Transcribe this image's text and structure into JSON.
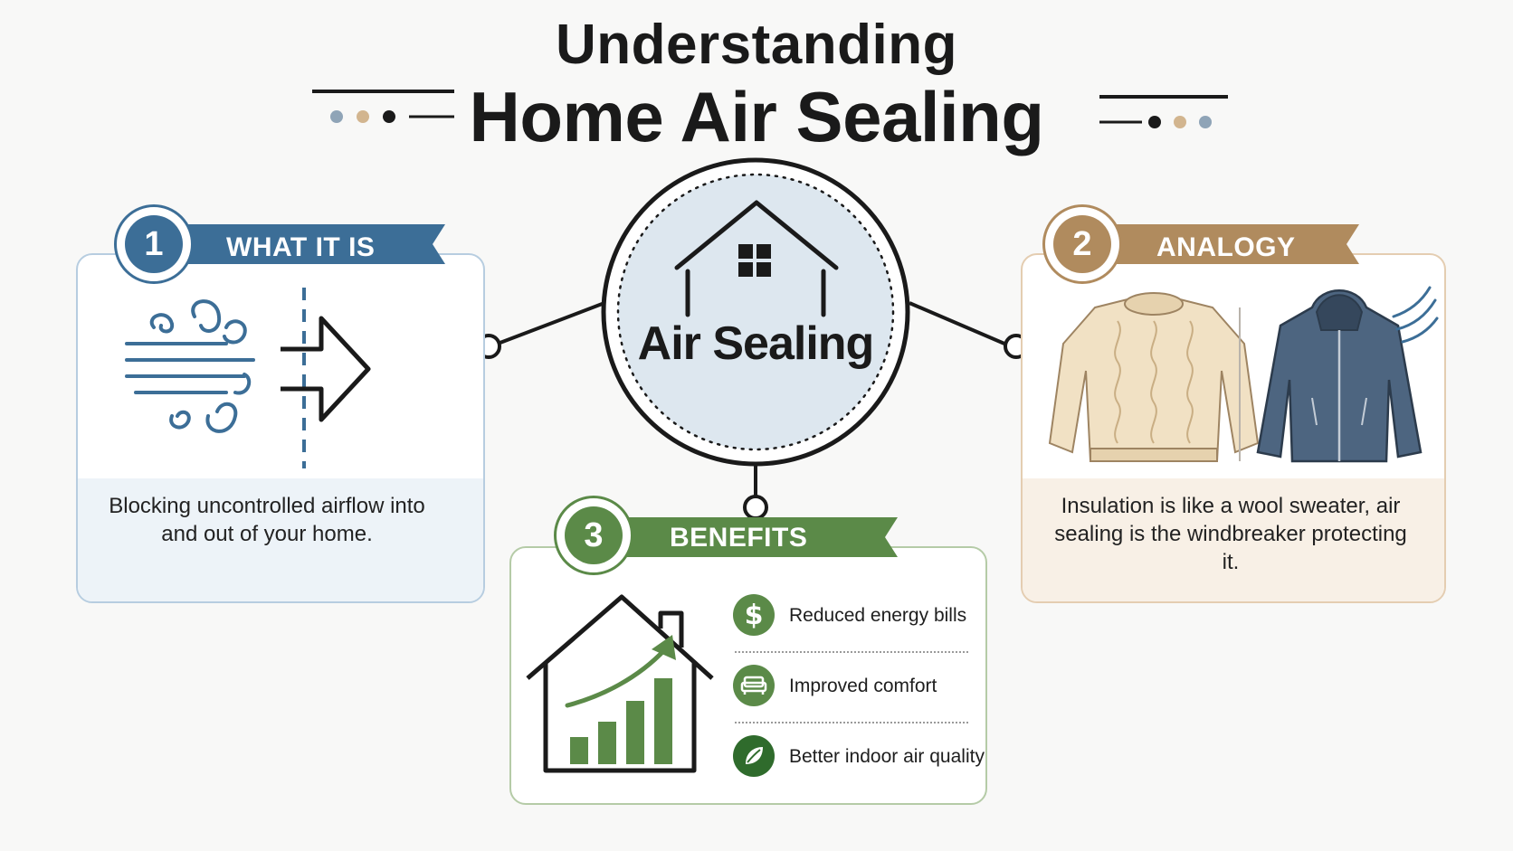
{
  "title": {
    "line1": "Understanding",
    "line2": "Home Air Sealing"
  },
  "center": {
    "label": "Air Sealing",
    "icon": "house-icon"
  },
  "sections": {
    "what_it_is": {
      "number": "1",
      "label": "WHAT IT IS",
      "text": "Blocking uncontrolled airflow into and out of your home.",
      "icon": "wind-through-barrier-icon"
    },
    "analogy": {
      "number": "2",
      "label": "ANALOGY",
      "text": "Insulation is like a wool sweater, air sealing is the windbreaker protecting it.",
      "icons": [
        "wool-sweater-icon",
        "windbreaker-jacket-icon"
      ]
    },
    "benefits": {
      "number": "3",
      "label": "BENEFITS",
      "icon": "house-growth-chart-icon",
      "items": [
        {
          "label": "Reduced energy bills",
          "icon": "dollar-icon"
        },
        {
          "label": "Improved comfort",
          "icon": "sofa-icon"
        },
        {
          "label": "Better indoor air quality",
          "icon": "leaf-icon"
        }
      ]
    }
  },
  "colors": {
    "blue": "#3c6e97",
    "tan": "#b08b5e",
    "green": "#5b8a48",
    "center_fill": "#dde7ef"
  }
}
